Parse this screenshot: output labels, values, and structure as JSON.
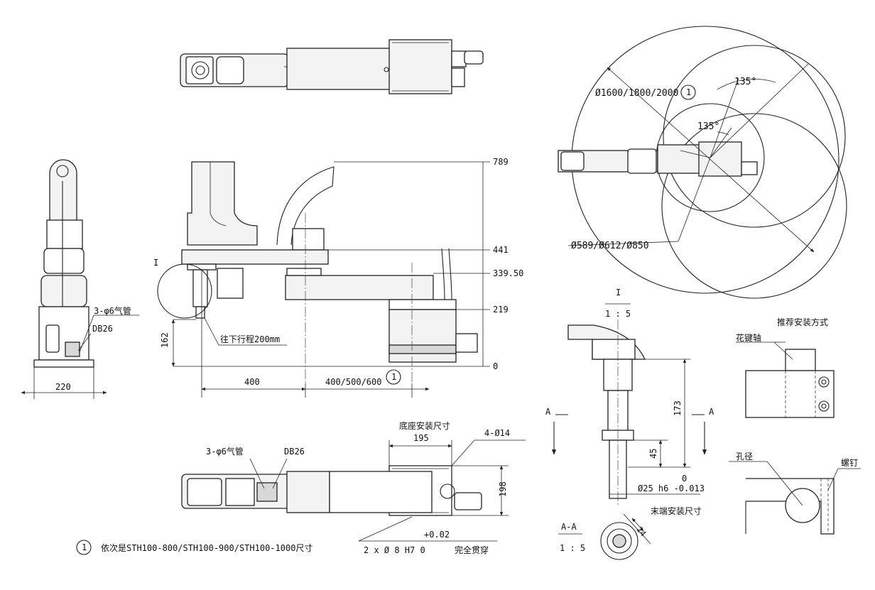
{
  "dimensions": {
    "h789": "789",
    "h441": "441",
    "h339": "339.50",
    "h219": "219",
    "h0": "0",
    "w220": "220",
    "w400": "400",
    "w400_600": "400/500/600",
    "v162": "162",
    "w195": "195",
    "v198": "198",
    "v173": "173",
    "v45": "45",
    "v0": "0",
    "d24": "24",
    "angle1": "135°",
    "angle2": "135°",
    "outer_dia": "Ø1600/1800/2000",
    "inner_dia": "Ø589/Ø612/Ø850",
    "hole4": "4-Ø14",
    "shaft": "Ø25 h6 -0.013",
    "pin_tol": "+0.02",
    "pin_main": "2 x Ø 8 H7  0"
  },
  "labels": {
    "air_tube_side": "3-φ6气管",
    "db26_side": "DB26",
    "stroke": "往下行程200mm",
    "mark_I": "I",
    "base_mount": "底座安装尺寸",
    "air_tube_bottom": "3-φ6气管",
    "db26_bottom": "DB26",
    "through": "完全贯穿",
    "detail_title": "I",
    "detail_scale": "1 : 5",
    "section_A_left": "A",
    "section_A_right": "A",
    "end_mount": "末端安装尺寸",
    "section_title": "A-A",
    "section_scale": "1 : 5",
    "recommend": "推荐安装方式",
    "spline_shaft": "花键轴",
    "bore": "孔径",
    "screw": "螺钉"
  },
  "note": {
    "circle_marker": "1",
    "text": "依次是STH100-800/STH100-900/STH100-1000尺寸"
  }
}
